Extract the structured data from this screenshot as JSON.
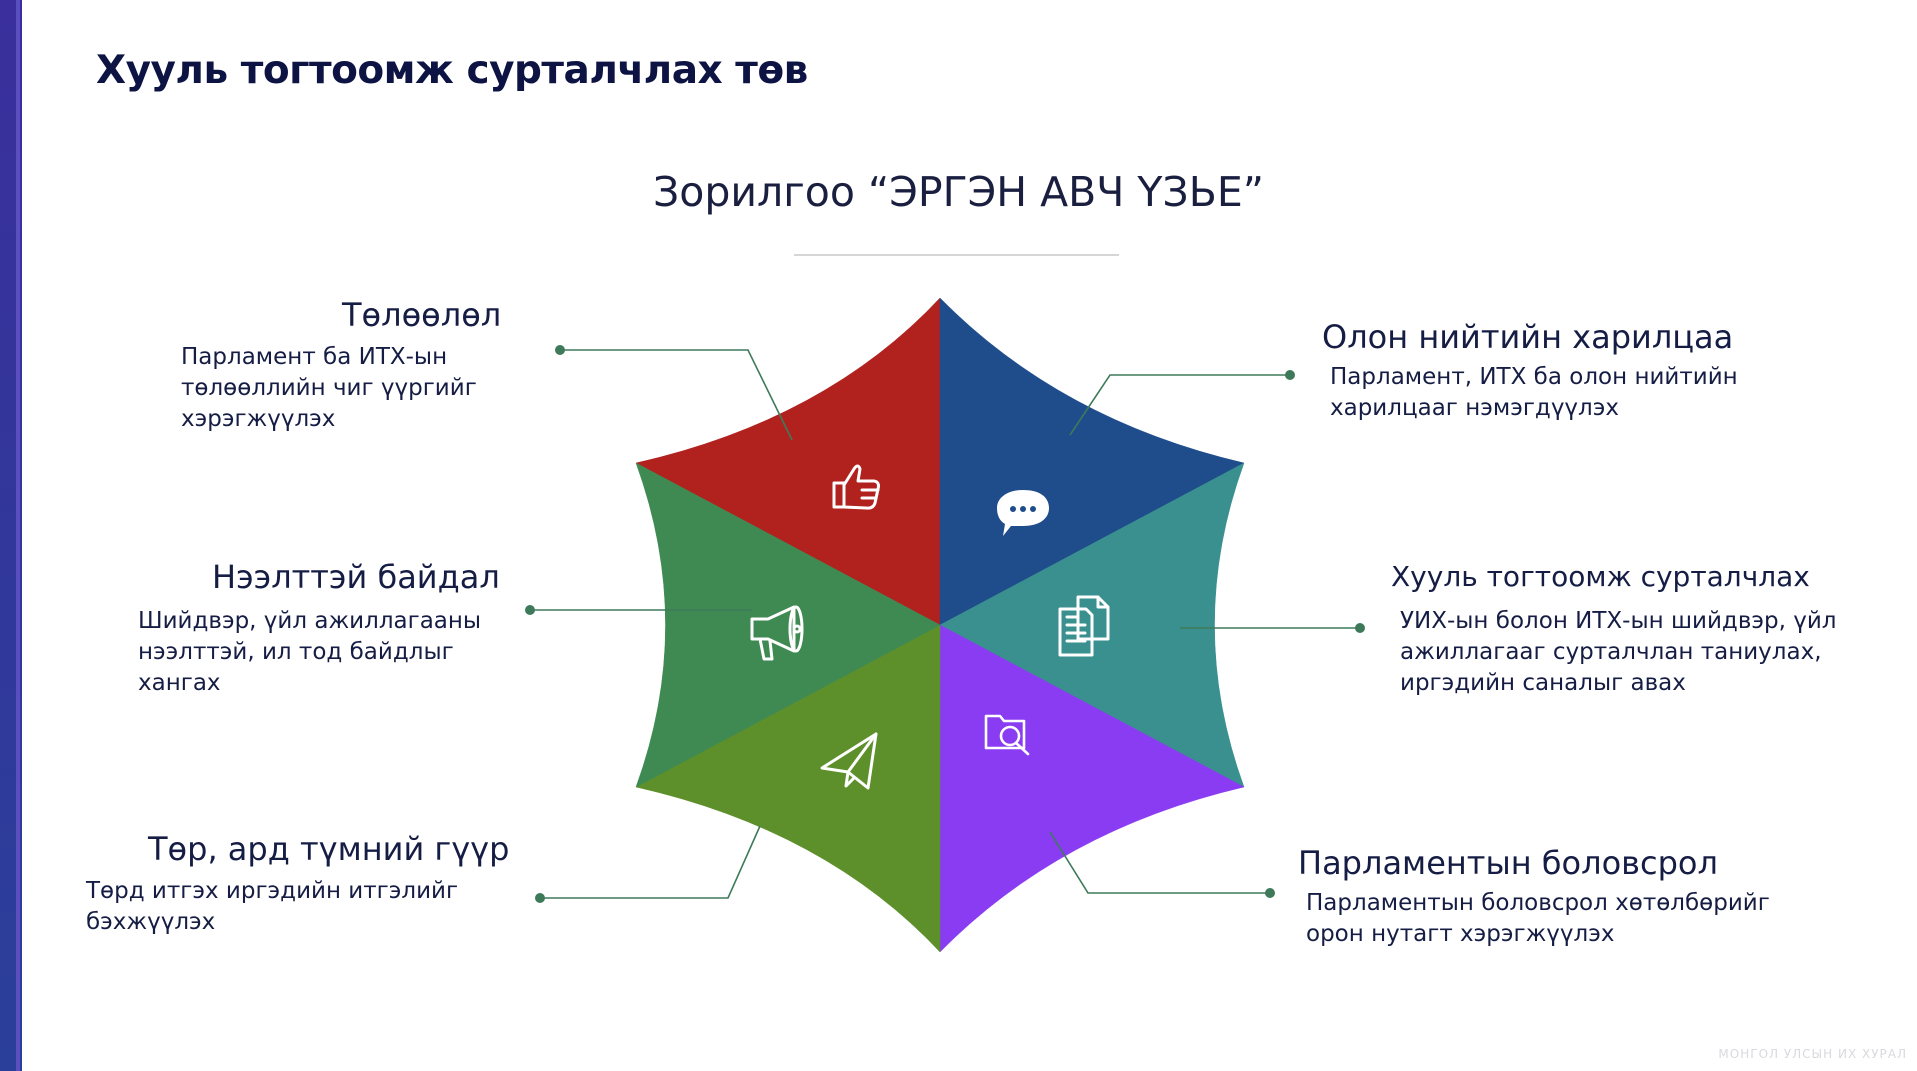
{
  "header": {
    "title": "Хууль тогтоомж сурталчлах төв"
  },
  "subtitle": "Зорилгоо “ЭРГЭН АВЧ ҮЗЬЕ”",
  "items": [
    {
      "title": "Төлөөлөл",
      "desc": [
        "Парламент ба ИТХ-ын",
        "төлөөллийн чиг үүргийг",
        "хэрэгжүүлэх"
      ],
      "color": "#b1221f",
      "icon": "thumbs-up-icon"
    },
    {
      "title": "Олон нийтийн харилцаа",
      "desc": [
        "Парламент, ИТХ ба олон нийтийн",
        "харилцааг нэмэгдүүлэх"
      ],
      "color": "#1f4d8c",
      "icon": "chat-bubble-icon"
    },
    {
      "title": "Хууль тогтоомж сурталчлах",
      "desc": [
        "УИХ-ын болон ИТХ-ын шийдвэр, үйл",
        "ажиллагааг сурталчлан таниулах,",
        "иргэдийн саналыг авах"
      ],
      "color": "#3a8f8f",
      "icon": "documents-icon"
    },
    {
      "title": "Парламентын боловсрол",
      "desc": [
        "Парламентын боловсрол хөтөлбөрийг",
        "орон нутагт хэрэгжүүлэх"
      ],
      "color": "#8a3cf2",
      "icon": "folder-search-icon"
    },
    {
      "title": "Төр, ард түмний гүүр",
      "desc": [
        "Төрд итгэх иргэдийн итгэлийг",
        "бэхжүүлэх"
      ],
      "color": "#5d8f2b",
      "icon": "paper-plane-icon"
    },
    {
      "title": "Нээлттэй байдал",
      "desc": [
        "Шийдвэр, үйл ажиллагааны",
        "нээлттэй, ил тод байдлыг",
        "хангах"
      ],
      "color": "#3e8a52",
      "icon": "megaphone-icon"
    }
  ],
  "colors": {
    "connector": "#3e7a5a",
    "title": "#0d1444"
  },
  "footer": {
    "watermark": "МОНГОЛ УЛСЫН ИХ ХУРАЛ"
  }
}
